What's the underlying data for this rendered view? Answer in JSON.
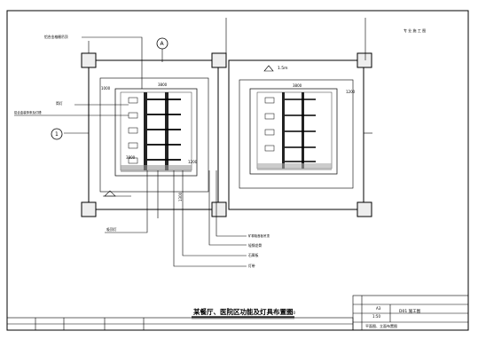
{
  "sheet": {
    "title": "某餐厅、医院区功能及灯具布置图",
    "scale": "1:50",
    "title_block": {
      "project": "D01 施工图",
      "sheet_size": "A3",
      "scale": "1:50",
      "drawing_name": "平面图、立面布置图"
    },
    "stamp_text": "专 业 施 工 图",
    "ref_labels": {
      "top_circle": "A",
      "left_circle": "1",
      "plan_mark": "1.5m"
    }
  },
  "plan_dims": {
    "left_top": "3800",
    "left_side": "1000",
    "left_bottom_1": "3800",
    "left_bottom_2": "1200",
    "right_top": "3800",
    "right_side": "1200",
    "height_mark": "1300"
  },
  "annotations": {
    "ann_1": "铝合金格栅吊顶",
    "ann_2": "筒灯",
    "ann_3": "铝合金装饰条及灯槽",
    "ann_4": "吸顶灯",
    "ann_5": "矿棉吸音板吊顶",
    "ann_6": "轻钢龙骨",
    "ann_7": "石膏板",
    "ann_8": "灯带"
  }
}
